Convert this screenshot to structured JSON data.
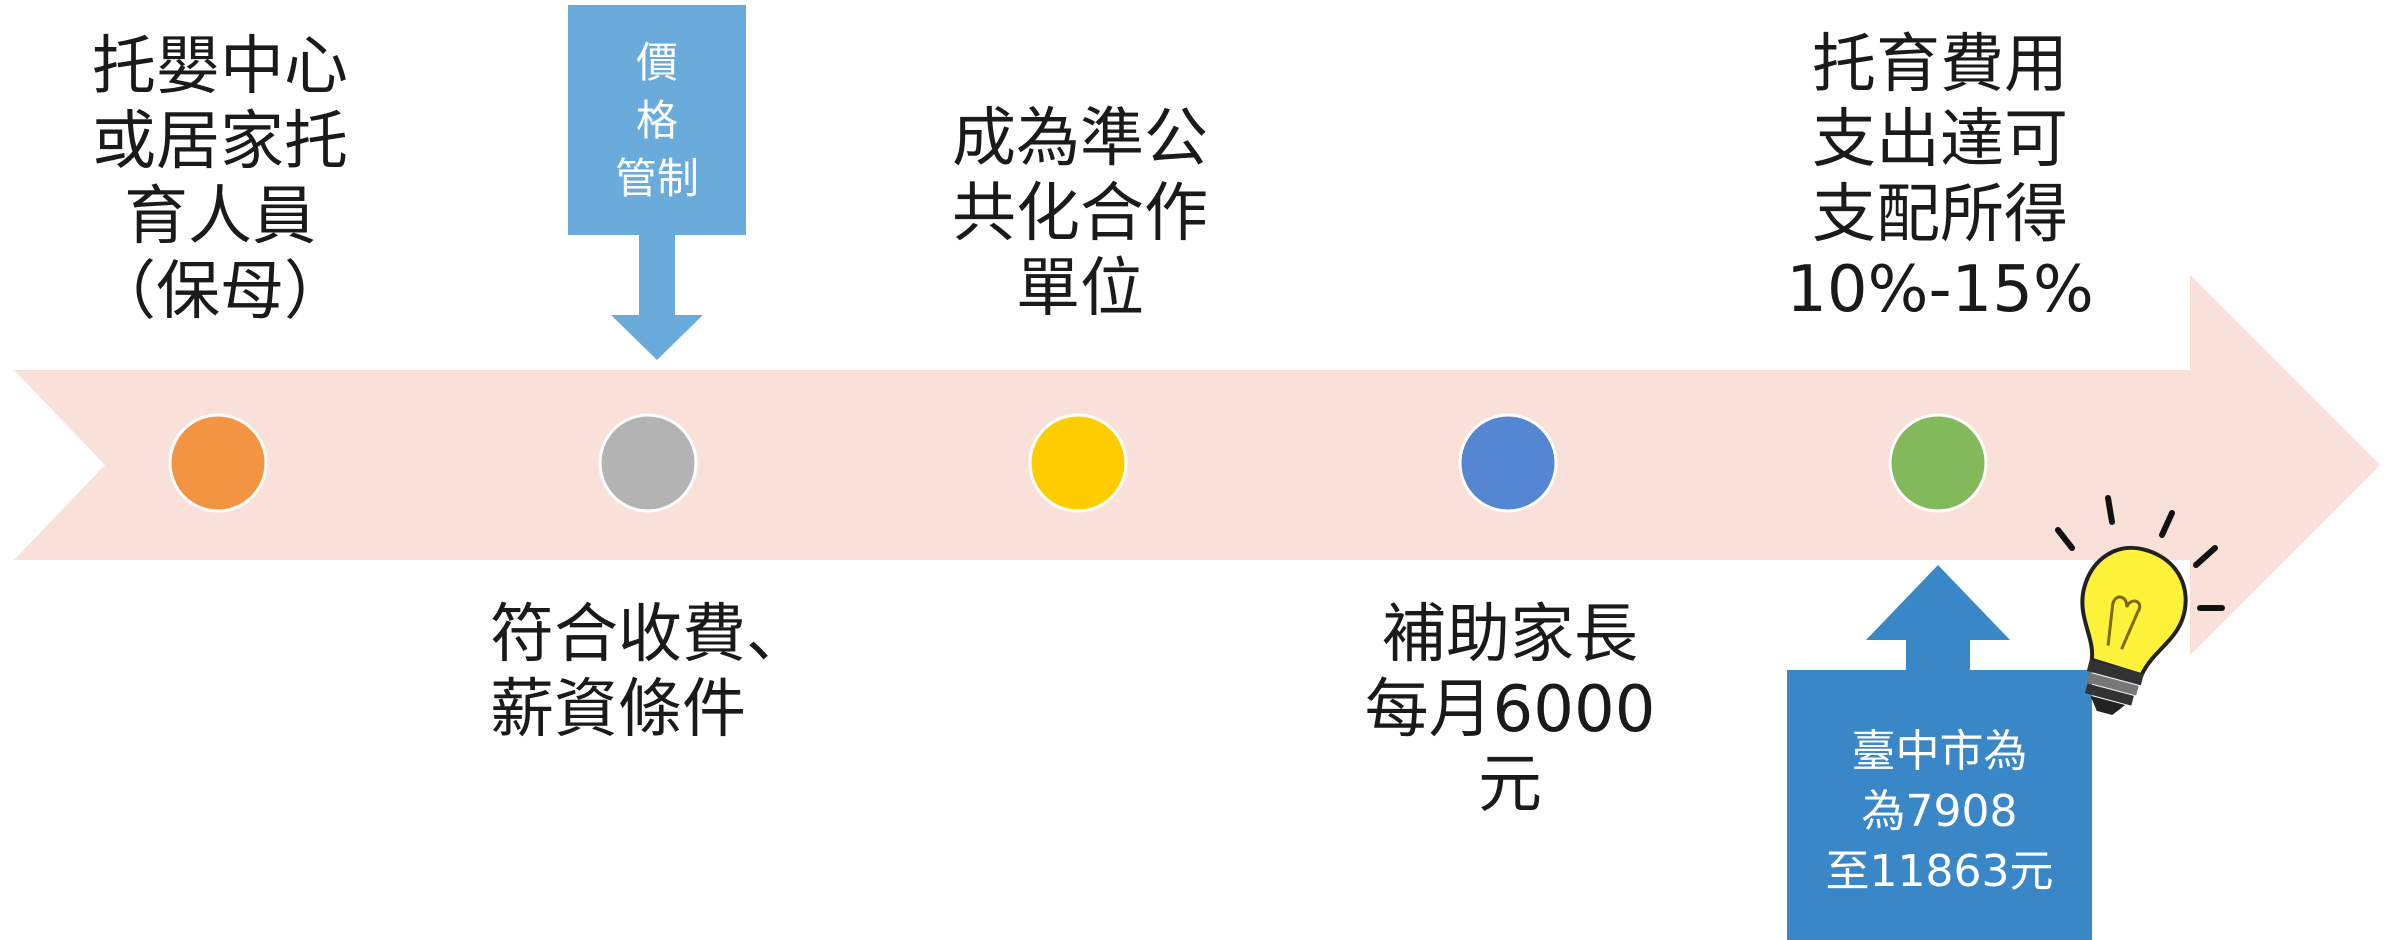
{
  "timeline": {
    "arrow_color": "#f9e0d8",
    "stops": [
      {
        "color": "#f39443"
      },
      {
        "color": "#b3b3b3"
      },
      {
        "color": "#ffcc00"
      },
      {
        "color": "#5586d1"
      },
      {
        "color": "#82b95a"
      }
    ]
  },
  "labels": {
    "stop1": [
      "托嬰中心",
      "或居家托",
      "育人員",
      "（保母）"
    ],
    "stop2": [
      "符合收費、",
      "薪資條件"
    ],
    "stop3": [
      "成為準公",
      "共化合作",
      "單位"
    ],
    "stop4": [
      "補助家長",
      "每月6000",
      "元"
    ],
    "stop5": [
      "托育費用",
      "支出達可",
      "支配所得",
      "10%-15%"
    ]
  },
  "callouts": {
    "price_control": {
      "lines": [
        "價",
        "格",
        "管制"
      ],
      "color": "#6aabdb"
    },
    "taichung": {
      "lines": [
        "臺中市為",
        "為7908",
        "至11863元"
      ],
      "color": "#3a87c7"
    }
  },
  "icons": {
    "bulb": "lightbulb-icon"
  }
}
